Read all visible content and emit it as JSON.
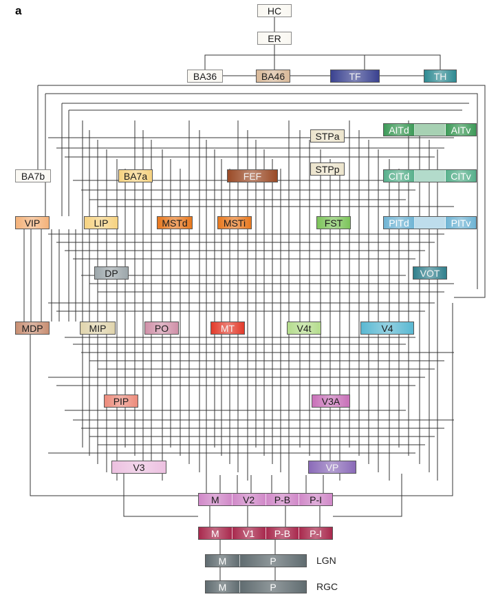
{
  "panel_label": "a",
  "colors": {
    "white": "#faf8f2",
    "tan": "#d8b898",
    "navy": "#3a4290",
    "teal": "#2e8a92",
    "cream": "#ece4cc",
    "green_dark": "#3d9a58",
    "green_light": "#bfe4c4",
    "mint_dark": "#58b08c",
    "mint_light": "#d0eedc",
    "blue_dark": "#6fb4d4",
    "blue_light": "#d8eef6",
    "brown": "#9a4a26",
    "orange_light": "#f4b27a",
    "yellow": "#f6d280",
    "orange": "#e8781e",
    "green_lime": "#7cc45a",
    "gray": "#9ca6aa",
    "teal_dark": "#2f7f8c",
    "brown_light": "#c88e72",
    "beige": "#e0d4ac",
    "mauve": "#d090a8",
    "red": "#e23a2a",
    "lime_light": "#b4dc8c",
    "cyan": "#5ab8d2",
    "salmon": "#ec8a7a",
    "magenta": "#c870b8",
    "pink_light": "#ecc0e0",
    "purple": "#8a6ab8",
    "orchid": "#d088c8",
    "crimson": "#a8284c",
    "slate": "#606c70"
  },
  "nodes": {
    "hc": "HC",
    "er": "ER",
    "ba36": "BA36",
    "ba46": "BA46",
    "tf": "TF",
    "th": "TH",
    "stpa": "STPa",
    "aitd": "AITd",
    "aitv": "AITv",
    "ba7b": "BA7b",
    "ba7a": "BA7a",
    "fef": "FEF",
    "stpp": "STPp",
    "citd": "CITd",
    "citv": "CITv",
    "vip": "VIP",
    "lip": "LIP",
    "mstd": "MSTd",
    "msti": "MSTi",
    "fst": "FST",
    "pitd": "PITd",
    "pitv": "PITv",
    "dp": "DP",
    "vot": "VOT",
    "mdp": "MDP",
    "mip": "MIP",
    "po": "PO",
    "mt": "MT",
    "v4t": "V4t",
    "v4": "V4",
    "pip": "PIP",
    "v3a": "V3A",
    "v3": "V3",
    "vp": "VP",
    "v2_m": "M",
    "v2": "V2",
    "v2_pb": "P-B",
    "v2_pi": "P-I",
    "v1_m": "M",
    "v1": "V1",
    "v1_pb": "P-B",
    "v1_pi": "P-I",
    "lgn_m": "M",
    "lgn_p": "P",
    "rgc_m": "M",
    "rgc_p": "P"
  },
  "labels": {
    "lgn": "LGN",
    "rgc": "RGC"
  }
}
